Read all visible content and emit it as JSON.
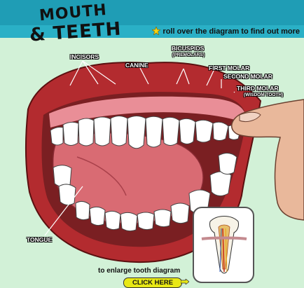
{
  "header": {
    "logo_line1": "MOUTH",
    "logo_line2": "& TEETH",
    "hint": "roll over the diagram to find out more"
  },
  "labels": {
    "incisors": "INCISORS",
    "canine": "CANINE",
    "bicuspids": "BICUSPIDS",
    "premolars": "(PREMOLARS)",
    "first_molar": "FIRST MOLAR",
    "second_molar": "SECOND MOLAR",
    "third_molar": "THIRD MOLAR",
    "wisdom_tooth": "(WISDOM TOOTH)",
    "tongue": "TONGUE"
  },
  "footer": {
    "enlarge_text": "to enlarge tooth diagram",
    "click_label": "CLICK HERE"
  },
  "colors": {
    "header_bg": "#1f9db5",
    "subbar_bg": "#2ab0c6",
    "page_bg": "#d2f1d7",
    "lip": "#b32b2f",
    "tongue": "#d96b73",
    "tooth": "#ffffff",
    "button": "#e8e815"
  }
}
